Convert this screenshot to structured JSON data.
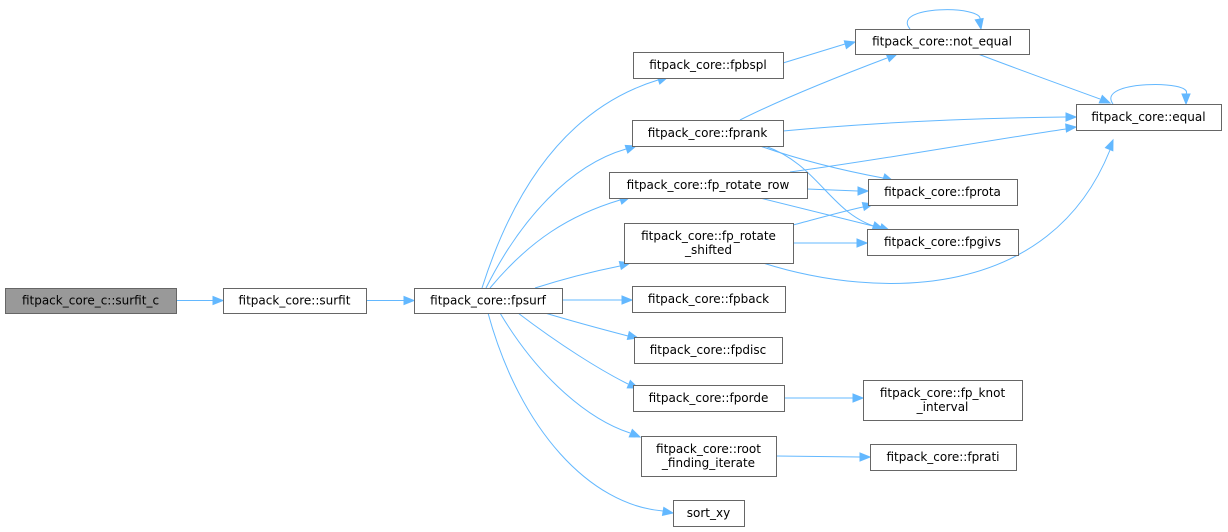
{
  "diagram": {
    "type": "call-graph",
    "nodes": [
      {
        "id": "surfit_c",
        "lines": [
          "fitpack_core_c::surfit_c"
        ],
        "highlighted": true
      },
      {
        "id": "surfit",
        "lines": [
          "fitpack_core::surfit"
        ]
      },
      {
        "id": "fpsurf",
        "lines": [
          "fitpack_core::fpsurf"
        ]
      },
      {
        "id": "fpbspl",
        "lines": [
          "fitpack_core::fpbspl"
        ]
      },
      {
        "id": "fprank",
        "lines": [
          "fitpack_core::fprank"
        ]
      },
      {
        "id": "fp_rotate_row",
        "lines": [
          "fitpack_core::fp_rotate_row"
        ]
      },
      {
        "id": "fp_rotate_shifted",
        "lines": [
          "fitpack_core::fp_rotate",
          "_shifted"
        ]
      },
      {
        "id": "fpback",
        "lines": [
          "fitpack_core::fpback"
        ]
      },
      {
        "id": "fpdisc",
        "lines": [
          "fitpack_core::fpdisc"
        ]
      },
      {
        "id": "fporde",
        "lines": [
          "fitpack_core::fporde"
        ]
      },
      {
        "id": "root_finding_iterate",
        "lines": [
          "fitpack_core::root",
          "_finding_iterate"
        ]
      },
      {
        "id": "sort_xy",
        "lines": [
          "sort_xy"
        ]
      },
      {
        "id": "not_equal",
        "lines": [
          "fitpack_core::not_equal"
        ]
      },
      {
        "id": "equal",
        "lines": [
          "fitpack_core::equal"
        ]
      },
      {
        "id": "fprota",
        "lines": [
          "fitpack_core::fprota"
        ]
      },
      {
        "id": "fpgivs",
        "lines": [
          "fitpack_core::fpgivs"
        ]
      },
      {
        "id": "fp_knot_interval",
        "lines": [
          "fitpack_core::fp_knot",
          "_interval"
        ]
      },
      {
        "id": "fprati",
        "lines": [
          "fitpack_core::fprati"
        ]
      }
    ],
    "edges": [
      [
        "surfit_c",
        "surfit"
      ],
      [
        "surfit",
        "fpsurf"
      ],
      [
        "fpsurf",
        "fpbspl"
      ],
      [
        "fpsurf",
        "fprank"
      ],
      [
        "fpsurf",
        "fp_rotate_row"
      ],
      [
        "fpsurf",
        "fp_rotate_shifted"
      ],
      [
        "fpsurf",
        "fpback"
      ],
      [
        "fpsurf",
        "fpdisc"
      ],
      [
        "fpsurf",
        "fporde"
      ],
      [
        "fpsurf",
        "root_finding_iterate"
      ],
      [
        "fpsurf",
        "sort_xy"
      ],
      [
        "fpbspl",
        "not_equal"
      ],
      [
        "fprank",
        "not_equal"
      ],
      [
        "fprank",
        "equal"
      ],
      [
        "fprank",
        "fprota"
      ],
      [
        "fprank",
        "fpgivs"
      ],
      [
        "fp_rotate_row",
        "equal"
      ],
      [
        "fp_rotate_row",
        "fprota"
      ],
      [
        "fp_rotate_row",
        "fpgivs"
      ],
      [
        "fp_rotate_shifted",
        "fprota"
      ],
      [
        "fp_rotate_shifted",
        "fpgivs"
      ],
      [
        "fp_rotate_shifted",
        "equal"
      ],
      [
        "not_equal",
        "not_equal"
      ],
      [
        "not_equal",
        "equal"
      ],
      [
        "equal",
        "equal"
      ],
      [
        "fporde",
        "fp_knot_interval"
      ],
      [
        "root_finding_iterate",
        "fprati"
      ]
    ],
    "colors": {
      "edge": "#63b8ff",
      "node_border": "#666666",
      "node_fill": "#ffffff",
      "highlight_fill": "#999999"
    }
  }
}
